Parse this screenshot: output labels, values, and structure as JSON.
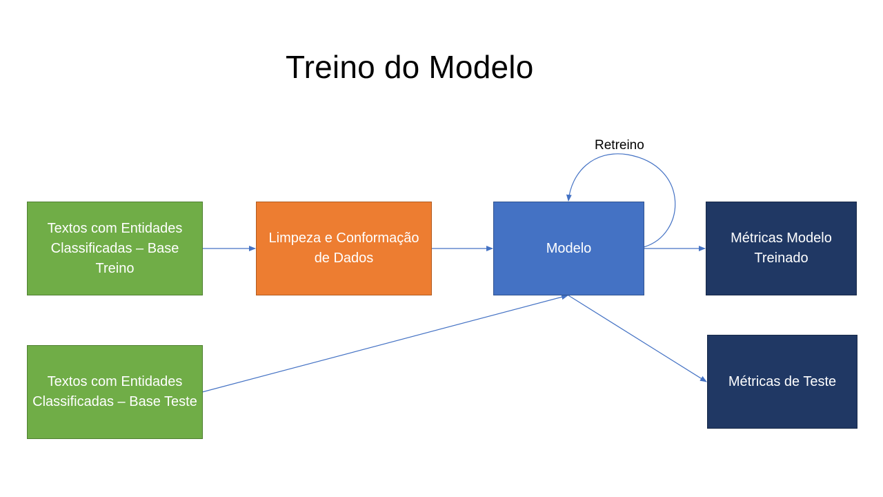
{
  "title": "Treino do Modelo",
  "colors": {
    "green": "#70ad47",
    "green_border": "#4e7f31",
    "orange": "#ed7d31",
    "orange_border": "#b05a1f",
    "blue": "#4472c4",
    "blue_border": "#2f528f",
    "navy": "#203864",
    "navy_border": "#162847",
    "arrow": "#4472c4"
  },
  "nodes": {
    "train_texts": "Textos com Entidades Classificadas – Base Treino",
    "cleaning": "Limpeza e Conformação de Dados",
    "model": "Modelo",
    "trained_metrics": "Métricas Modelo Treinado",
    "test_texts": "Textos com Entidades Classificadas – Base Teste",
    "test_metrics": "Métricas de Teste"
  },
  "edges": [
    {
      "from": "train_texts",
      "to": "cleaning"
    },
    {
      "from": "cleaning",
      "to": "model"
    },
    {
      "from": "model",
      "to": "trained_metrics"
    },
    {
      "from": "model",
      "to": "model",
      "label": "Retreino"
    },
    {
      "from": "test_texts",
      "to": "model"
    },
    {
      "from": "model",
      "to": "test_metrics"
    }
  ],
  "loop_label": "Retreino"
}
